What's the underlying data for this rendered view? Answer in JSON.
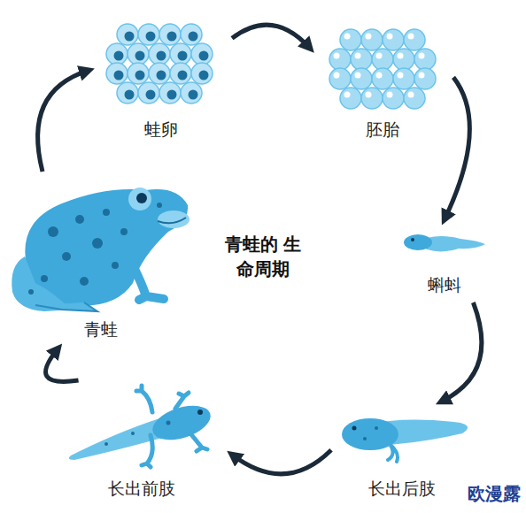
{
  "diagram": {
    "title": "青蛙的 生命周期",
    "nodes": [
      {
        "text": [
          "蛙卵"
        ]
      },
      {
        "text": [
          "胚胎"
        ]
      },
      {
        "text": [
          "蝌蚪"
        ]
      },
      {
        "text": [
          "长出后肢"
        ]
      },
      {
        "text": [
          "长出前肢"
        ]
      },
      {
        "text": [
          "青蛙"
        ]
      }
    ],
    "edges": [
      {
        "from": 0,
        "to": 1,
        "arrow": "to"
      },
      {
        "from": 1,
        "to": 2,
        "arrow": "to"
      },
      {
        "from": 2,
        "to": 3,
        "arrow": "to"
      },
      {
        "from": 3,
        "to": 4,
        "arrow": "to"
      },
      {
        "from": 4,
        "to": 5,
        "arrow": "to"
      },
      {
        "from": 5,
        "to": 0,
        "arrow": "to"
      }
    ],
    "labels": [
      "欧漫露"
    ]
  }
}
